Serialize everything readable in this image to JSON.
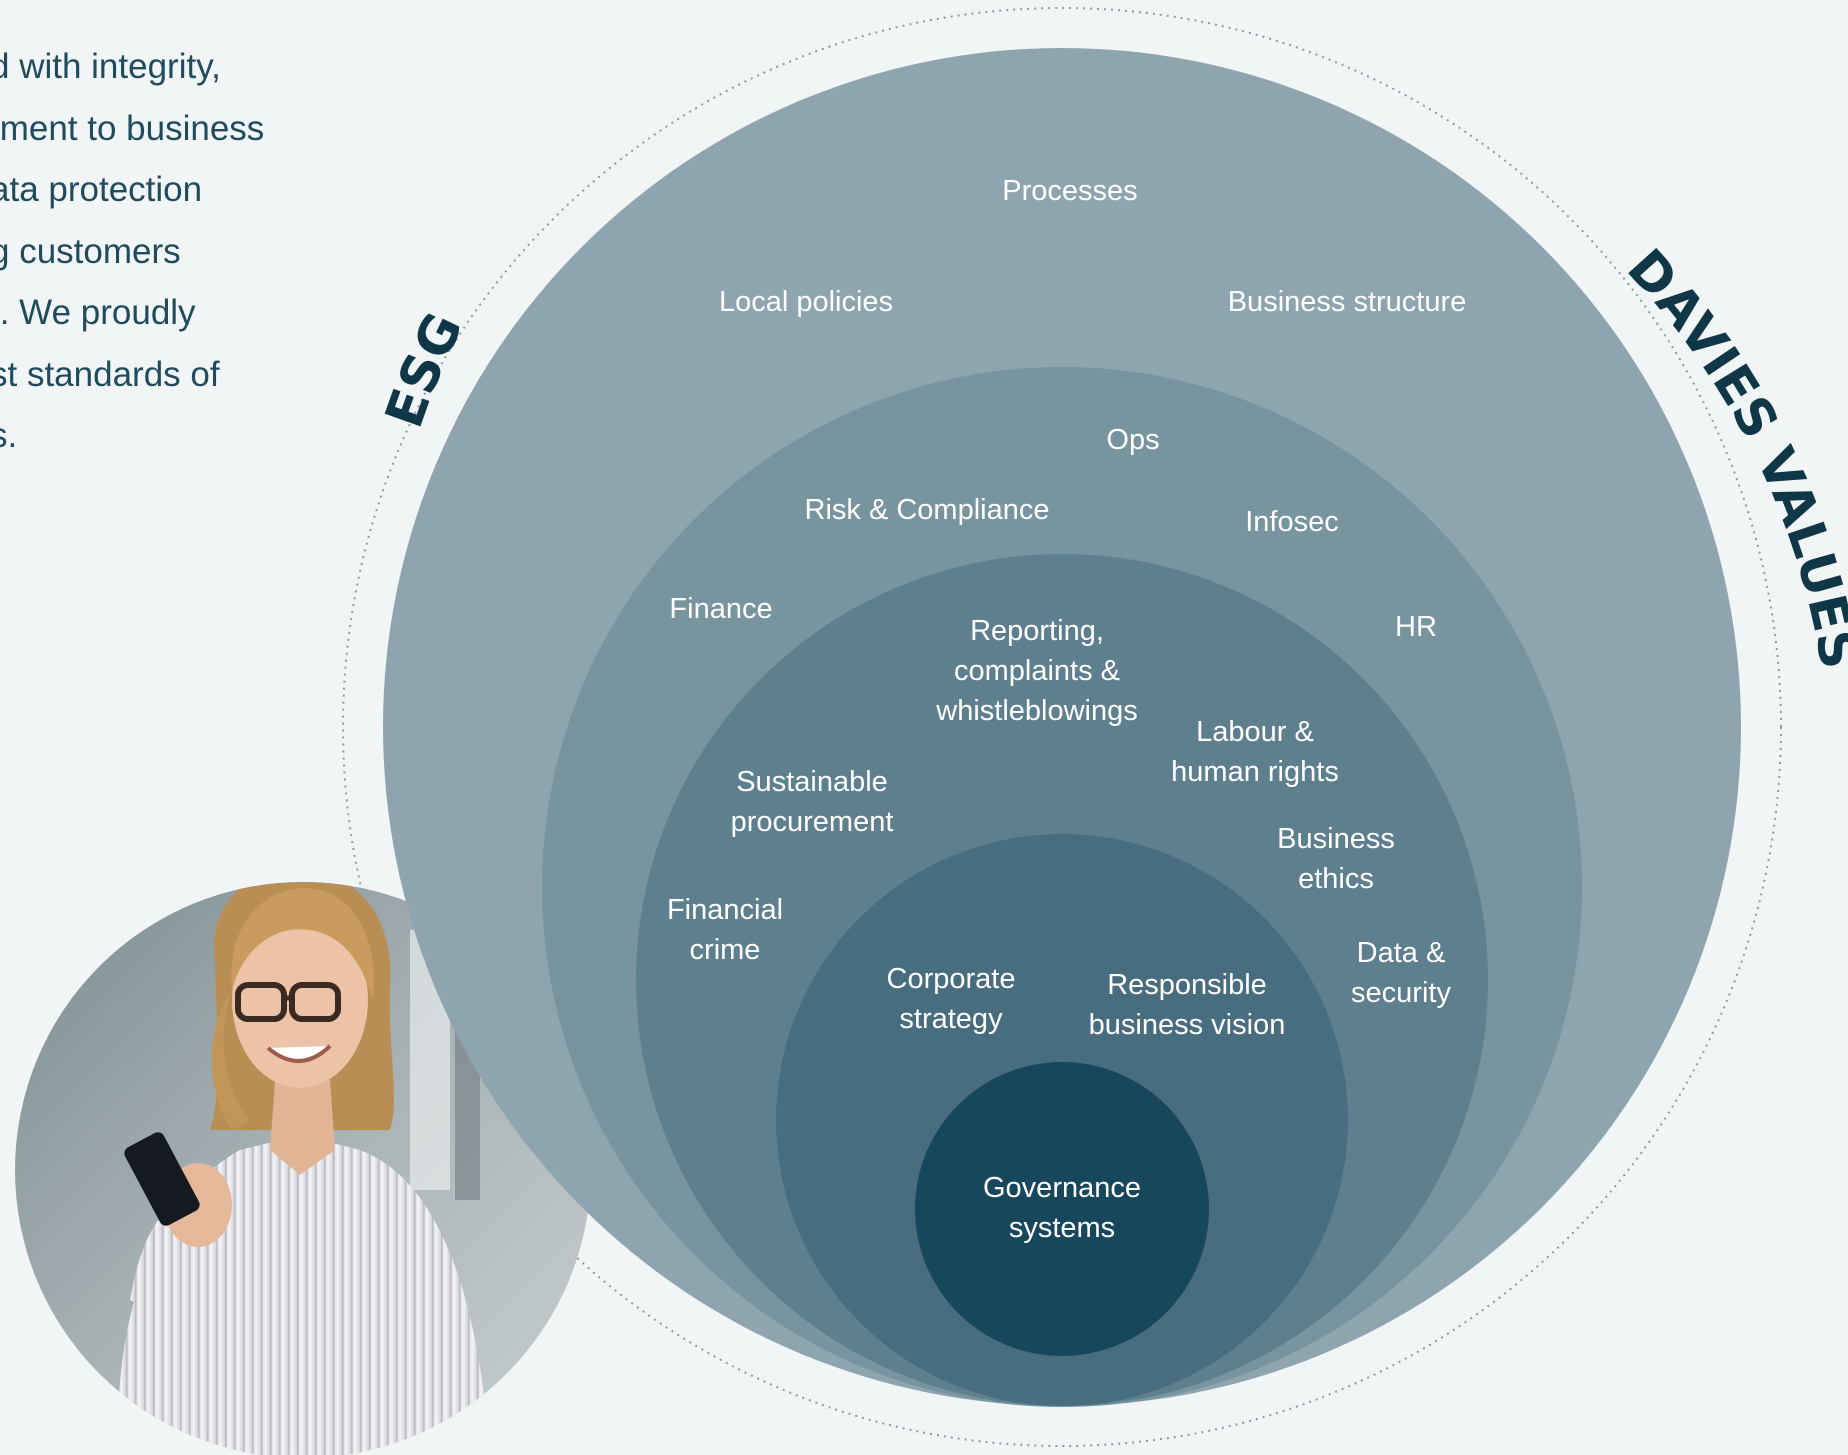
{
  "intro_text": {
    "lines": [
      "d with integrity,",
      "tment to business",
      "ata protection",
      "g customers",
      "t. We proudly",
      "st standards of",
      "s."
    ]
  },
  "diagram": {
    "outer_ring_left_label": "ESG",
    "outer_ring_right_label": "DAVIES VALUES",
    "colors": {
      "layer_1": "#8ea5af",
      "layer_2": "#77949f",
      "layer_3": "#5e7f8e",
      "layer_4": "#486d7e",
      "core": "#17475c",
      "label_text": "#ffffff",
      "heading_text": "#0f3747"
    },
    "layers": [
      {
        "name": "layer_1",
        "items": [
          "Processes",
          "Local policies",
          "Business structure"
        ]
      },
      {
        "name": "layer_2",
        "items": [
          "Ops",
          "Risk & Compliance",
          "Infosec",
          "Finance",
          "HR"
        ]
      },
      {
        "name": "layer_3",
        "items": [
          "Reporting, complaints & whistleblowings",
          "Labour & human rights",
          "Sustainable procurement",
          "Business ethics",
          "Financial crime",
          "Data & security"
        ]
      },
      {
        "name": "layer_4",
        "items": [
          "Corporate strategy",
          "Responsible business vision"
        ]
      },
      {
        "name": "core",
        "items": [
          "Governance systems"
        ]
      }
    ]
  },
  "photo": {
    "icon": "smiling-woman-with-smartphone-photo"
  }
}
